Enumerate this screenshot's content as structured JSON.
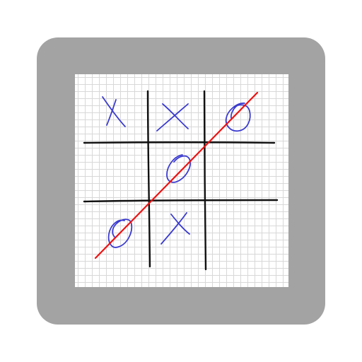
{
  "app": {
    "icon_name": "tic-tac-toe-app-icon",
    "frame_color": "#a3a3a3",
    "paper_color": "#ffffff"
  },
  "board": {
    "cells": [
      [
        "X",
        "X",
        "O"
      ],
      [
        "",
        "O",
        ""
      ],
      [
        "O",
        "X",
        ""
      ]
    ],
    "mark_color": "#3b3bd0",
    "grid_color": "#111111"
  },
  "winning_line": {
    "player": "O",
    "from_cell": "row-3-col-1",
    "to_cell": "row-1-col-3",
    "color": "#ee1111"
  }
}
